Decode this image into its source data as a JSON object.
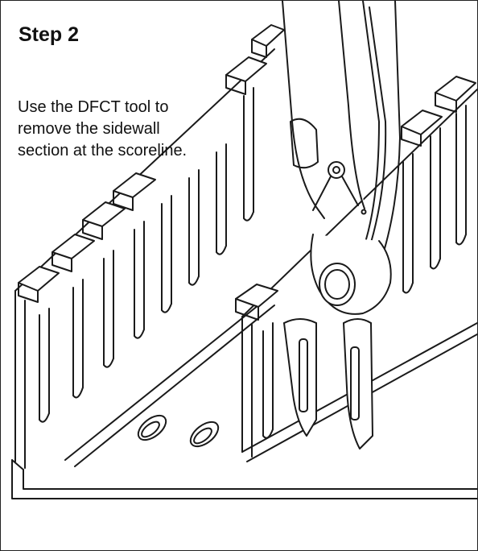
{
  "step": {
    "title": "Step 2",
    "instruction_lines": [
      "Use the DFCT tool to",
      "remove the sidewall",
      "section at the scoreline."
    ]
  },
  "illustration": {
    "subjects": [
      "wire-duct-channel",
      "dfct-cutting-tool"
    ],
    "line_color": "#1a1a1a",
    "background": "#ffffff"
  }
}
